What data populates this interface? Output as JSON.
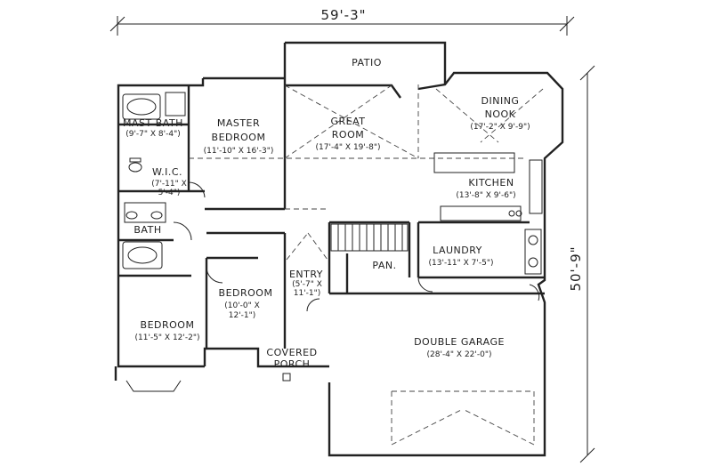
{
  "overall": {
    "width": "59'-3\"",
    "depth": "50'-9\""
  },
  "rooms": {
    "patio": {
      "name": "PATIO"
    },
    "mast_bath": {
      "name": "MAST BATH",
      "dims": "(9'-7\" X 8'-4\")"
    },
    "master_bedroom": {
      "name1": "MASTER",
      "name2": "BEDROOM",
      "dims": "(11'-10\" X 16'-3\")"
    },
    "great_room": {
      "name1": "GREAT",
      "name2": "ROOM",
      "dims": "(17'-4\" X 19'-8\")"
    },
    "dining_nook": {
      "name1": "DINING",
      "name2": "NOOK",
      "dims": "(17'-2\" X 9'-9\")"
    },
    "wic": {
      "name": "W.I.C.",
      "dims1": "(7'-11\" X",
      "dims2": "5'-4\")"
    },
    "kitchen": {
      "name": "KITCHEN",
      "dims": "(13'-8\" X 9'-6\")"
    },
    "bath": {
      "name": "BATH"
    },
    "laundry": {
      "name": "LAUNDRY",
      "dims": "(13'-11\" X 7'-5\")"
    },
    "pan": {
      "name": "PAN."
    },
    "entry": {
      "name": "ENTRY",
      "dims1": "(5'-7\" X",
      "dims2": "11'-1\")"
    },
    "bedroom2": {
      "name": "BEDROOM",
      "dims1": "(10'-0\" X",
      "dims2": "12'-1\")"
    },
    "bedroom3": {
      "name": "BEDROOM",
      "dims": "(11'-5\" X 12'-2\")"
    },
    "garage": {
      "name": "DOUBLE GARAGE",
      "dims": "(28'-4\" X 22'-0\")"
    },
    "porch": {
      "name1": "COVERED",
      "name2": "PORCH"
    }
  }
}
